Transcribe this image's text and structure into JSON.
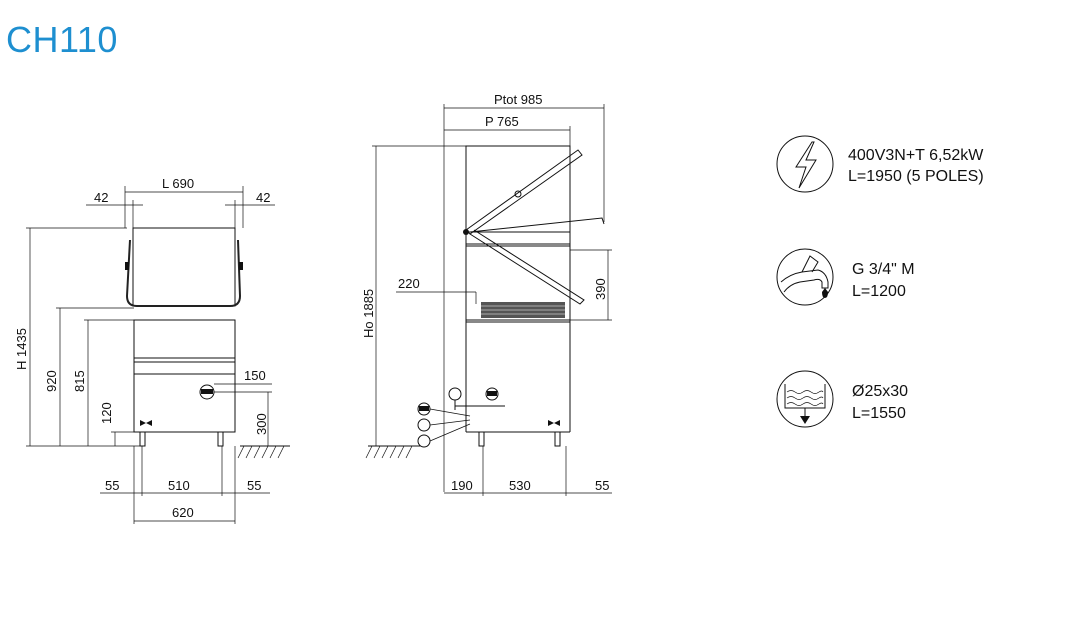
{
  "title": "CH110",
  "front_view": {
    "width_label": "L 690",
    "left_offset": "42",
    "right_offset": "42",
    "height_label": "H 1435",
    "height_920": "920",
    "height_815": "815",
    "height_120": "120",
    "drain_150": "150",
    "floor_300": "300",
    "bottom_left": "55",
    "bottom_mid": "510",
    "bottom_right": "55",
    "bottom_total": "620"
  },
  "side_view": {
    "ptot_label": "Ptot 985",
    "p_label": "P 765",
    "ho_label": "Ho 1885",
    "label_220": "220",
    "label_390": "390",
    "bottom_190": "190",
    "bottom_530": "530",
    "bottom_55": "55"
  },
  "specs": {
    "electric_line1": "400V3N+T 6,52kW",
    "electric_line2": "L=1950 (5 POLES)",
    "water_line1": "G 3/4\" M",
    "water_line2": "L=1200",
    "drain_line1": "Ø25x30",
    "drain_line2": "L=1550"
  },
  "icons": {
    "electric": "lightning-icon",
    "water": "water-tap-icon",
    "drain": "drain-icon"
  }
}
